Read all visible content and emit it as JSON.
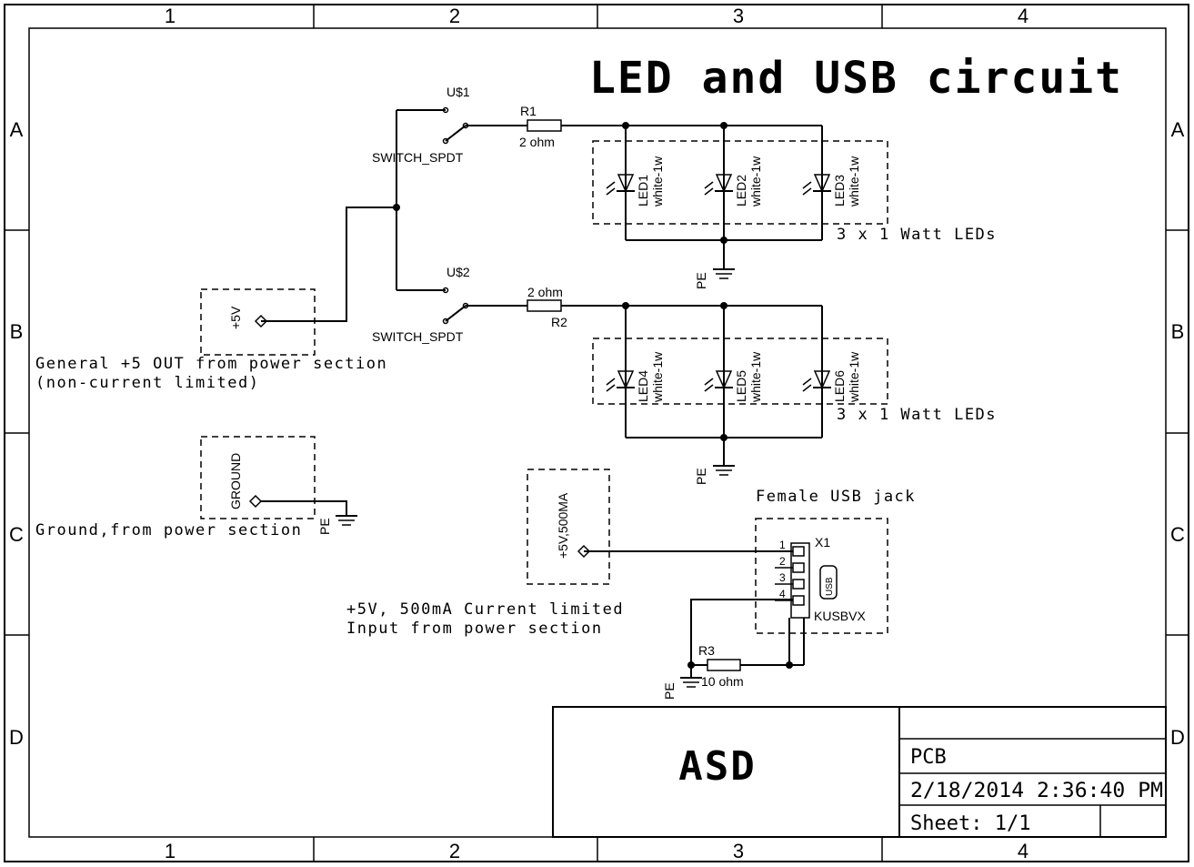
{
  "drawing_title": "LED and USB circuit",
  "frame": {
    "columns": [
      "1",
      "2",
      "3",
      "4"
    ],
    "rows": [
      "A",
      "B",
      "C",
      "D"
    ]
  },
  "components": {
    "switch1": {
      "ref": "U$1",
      "value": "SWITCH_SPDT"
    },
    "switch2": {
      "ref": "U$2",
      "value": "SWITCH_SPDT"
    },
    "r1": {
      "ref": "R1",
      "value": "2 ohm"
    },
    "r2": {
      "ref": "R2",
      "value": "2 ohm"
    },
    "r3": {
      "ref": "R3",
      "value": "10 ohm"
    },
    "led1": {
      "ref": "LED1",
      "value": "white-1w"
    },
    "led2": {
      "ref": "LED2",
      "value": "white-1w"
    },
    "led3": {
      "ref": "LED3",
      "value": "white-1w"
    },
    "led4": {
      "ref": "LED4",
      "value": "white-1w"
    },
    "led5": {
      "ref": "LED5",
      "value": "white-1w"
    },
    "led6": {
      "ref": "LED6",
      "value": "white-1w"
    },
    "usb": {
      "ref": "X1",
      "value": "KUSBVX",
      "body_text": "USB",
      "pins": [
        "1",
        "2",
        "3",
        "4"
      ]
    },
    "pin_5v": {
      "label": "+5V"
    },
    "pin_ground": {
      "label": "GROUND"
    },
    "pin_5v_500": {
      "label": "+5V,500MA"
    },
    "pe_label": "PE"
  },
  "notes": {
    "leds_group1": "3 x 1 Watt LEDs",
    "leds_group2": "3 x 1 Watt LEDs",
    "general_5v_line1": "General +5 OUT from power section",
    "general_5v_line2": "(non-current limited)",
    "ground_note": "Ground,from power section",
    "input_line1": "+5V, 500mA Current limited",
    "input_line2": "Input from power section",
    "usb_jack": "Female USB jack"
  },
  "title_block": {
    "name": "ASD",
    "doc_type": "PCB",
    "datetime": "2/18/2014 2:36:40 PM",
    "sheet": "Sheet: 1/1"
  }
}
